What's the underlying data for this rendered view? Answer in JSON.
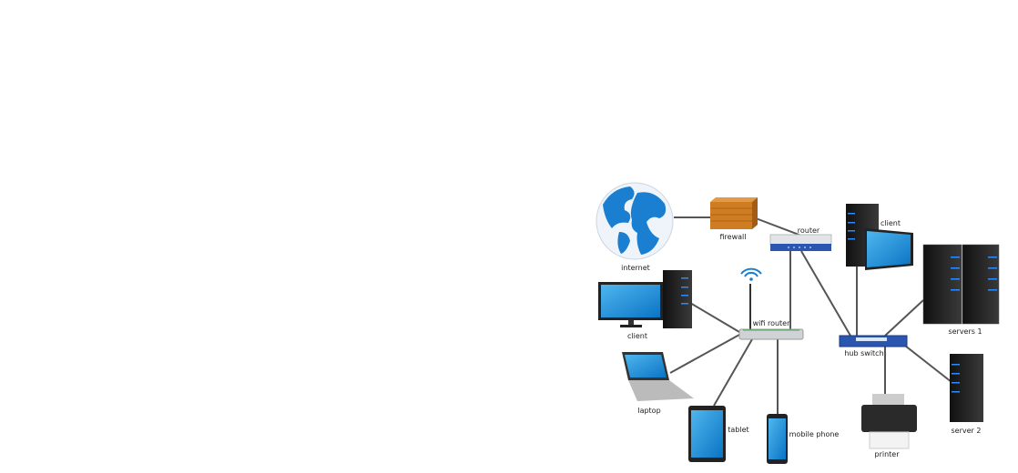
{
  "diagram": {
    "title": "",
    "nodes": {
      "internet": "internet",
      "firewall": "firewall",
      "router": "router",
      "client_left": "client",
      "wifi_router": "wifi router",
      "laptop": "laptop",
      "tablet": "tablet",
      "mobile_phone": "mobile phone",
      "client_right": "client",
      "servers_1": "servers 1",
      "hub_switch": "hub switch",
      "printer": "printer",
      "server_2": "server 2"
    },
    "edges": [
      [
        "internet",
        "firewall"
      ],
      [
        "firewall",
        "router"
      ],
      [
        "router",
        "wifi_router"
      ],
      [
        "router",
        "hub_switch"
      ],
      [
        "client_left",
        "wifi_router"
      ],
      [
        "laptop",
        "wifi_router"
      ],
      [
        "tablet",
        "wifi_router"
      ],
      [
        "mobile_phone",
        "wifi_router"
      ],
      [
        "client_right",
        "hub_switch"
      ],
      [
        "servers_1",
        "hub_switch"
      ],
      [
        "hub_switch",
        "printer"
      ],
      [
        "hub_switch",
        "server_2"
      ]
    ],
    "colors": {
      "accent": "#1a7fd0",
      "device": "#1e1e1e",
      "firewall": "#c8741e",
      "link": "#555555"
    }
  }
}
